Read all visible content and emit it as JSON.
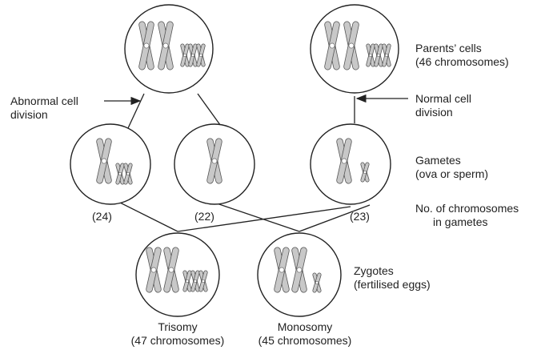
{
  "labels": {
    "parents_title": "Parents’ cells",
    "parents_sub": "(46 chromosomes)",
    "abnormal_line1": "Abnormal cell",
    "abnormal_line2": "division",
    "normal_line1": "Normal cell",
    "normal_line2": "division",
    "gametes_title": "Gametes",
    "gametes_sub": "(ova or sperm)",
    "count_line1": "No. of chromosomes",
    "count_line2": "in gametes",
    "zygotes_title": "Zygotes",
    "zygotes_sub": "(fertilised eggs)",
    "trisomy_title": "Trisomy",
    "trisomy_sub": "(47 chromosomes)",
    "monosomy_title": "Monosomy",
    "monosomy_sub": "(45 chromosomes)"
  },
  "gamete_counts": {
    "left": "(24)",
    "middle": "(22)",
    "right": "(23)"
  },
  "colors": {
    "outline": "#222222",
    "chromosome_fill": "#c8c8c8",
    "chromosome_stroke": "#555555"
  }
}
